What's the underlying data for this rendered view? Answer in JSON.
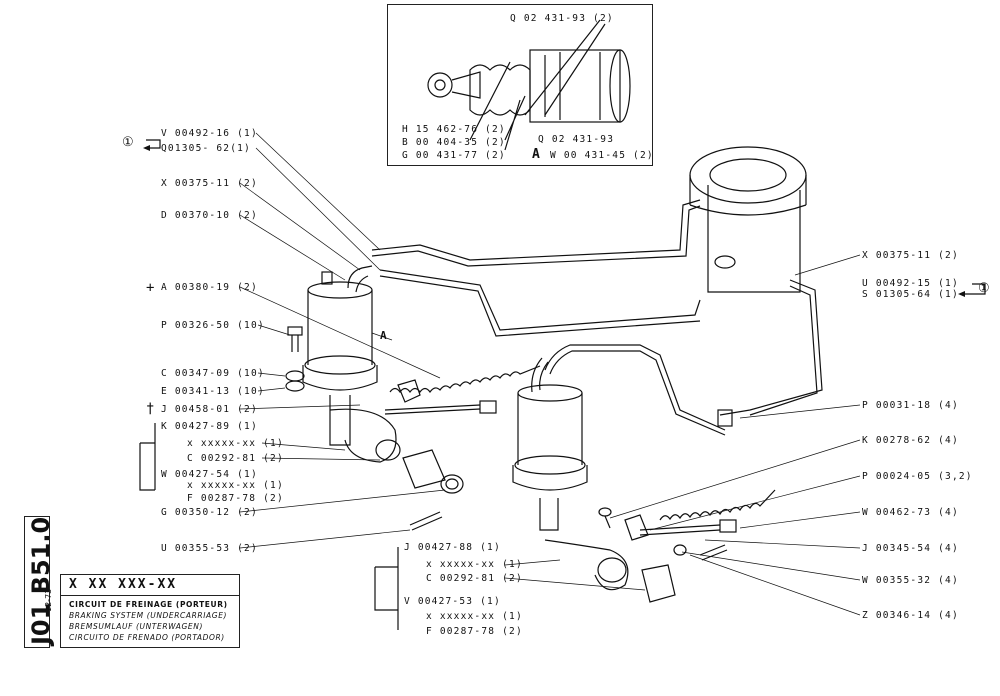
{
  "inset": {
    "top_label": "Q 02 431-93 (2)",
    "labels": [
      "H 15 462-76 (2)",
      "B 00 404-35 (2)",
      "G 00 431-77 (2)"
    ],
    "right_labels": [
      "Q 02 431-93",
      "W 00 431-45 (2)"
    ],
    "a_mark": "A"
  },
  "left_labels": [
    {
      "id": "v00492",
      "text": "V 00492-16 (1)"
    },
    {
      "id": "q01305",
      "text": "Q01305- 62(1)"
    },
    {
      "id": "x00375a",
      "text": "X 00375-11 (2)"
    },
    {
      "id": "d00370",
      "text": "D 00370-10 (2)"
    },
    {
      "id": "a00380",
      "text": "A 00380-19 (2)"
    },
    {
      "id": "p00326",
      "text": "P 00326-50 (10)"
    },
    {
      "id": "c00347",
      "text": "C 00347-09 (10)"
    },
    {
      "id": "e00341",
      "text": "E 00341-13 (10)"
    },
    {
      "id": "j00458",
      "text": "J 00458-01 (2)"
    },
    {
      "id": "k00427",
      "text": "K 00427-89 (1)"
    },
    {
      "id": "xxx1",
      "text": "x xxxxx-xx (1)"
    },
    {
      "id": "c00292a",
      "text": "C 00292-81 (2)"
    },
    {
      "id": "w00427",
      "text": "W 00427-54 (1)"
    },
    {
      "id": "xxx2",
      "text": "x xxxxx-xx (1)"
    },
    {
      "id": "f00287a",
      "text": "F 00287-78 (2)"
    },
    {
      "id": "g00350",
      "text": "G 00350-12 (2)"
    },
    {
      "id": "u00355",
      "text": "U 00355-53 (2)"
    }
  ],
  "bottom_labels": [
    {
      "id": "j00427",
      "text": "J 00427-88 (1)"
    },
    {
      "id": "xxx3",
      "text": "x xxxxx-xx (1)"
    },
    {
      "id": "c00292b",
      "text": "C 00292-81 (2)"
    },
    {
      "id": "v00427",
      "text": "V 00427-53 (1)"
    },
    {
      "id": "xxx4",
      "text": "x xxxxx-xx (1)"
    },
    {
      "id": "f00287b",
      "text": "F 00287-78 (2)"
    }
  ],
  "right_labels": [
    {
      "id": "x00375b",
      "text": "X 00375-11 (2)"
    },
    {
      "id": "u00492",
      "text": "U 00492-15 (1)"
    },
    {
      "id": "s01305",
      "text": "S 01305-64 (1)"
    },
    {
      "id": "p00031",
      "text": "P 00031-18 (4)"
    },
    {
      "id": "k00278",
      "text": "K 00278-62 (4)"
    },
    {
      "id": "p00024",
      "text": "P 00024-05 (3,2)"
    },
    {
      "id": "w00462",
      "text": "W 00462-73 (4)"
    },
    {
      "id": "j00345",
      "text": "J 00345-54 (4)"
    },
    {
      "id": "w00355",
      "text": "W 00355-32 (4)"
    },
    {
      "id": "z00346",
      "text": "Z 00346-14 (4)"
    }
  ],
  "markers": {
    "circle_one": "①",
    "plus": "+",
    "dagger": "†",
    "callout_a": "A"
  },
  "side_code": "J01  B51.0",
  "date_ref": "12-73",
  "title_block": {
    "code": "X XX XXX-XX",
    "lines": [
      "CIRCUIT DE FREINAGE (PORTEUR)",
      "BRAKING SYSTEM (UNDERCARRIAGE)",
      "BREMSUMLAUF (UNTERWAGEN)",
      "CIRCUITO DE FRENADO (PORTADOR)"
    ]
  }
}
